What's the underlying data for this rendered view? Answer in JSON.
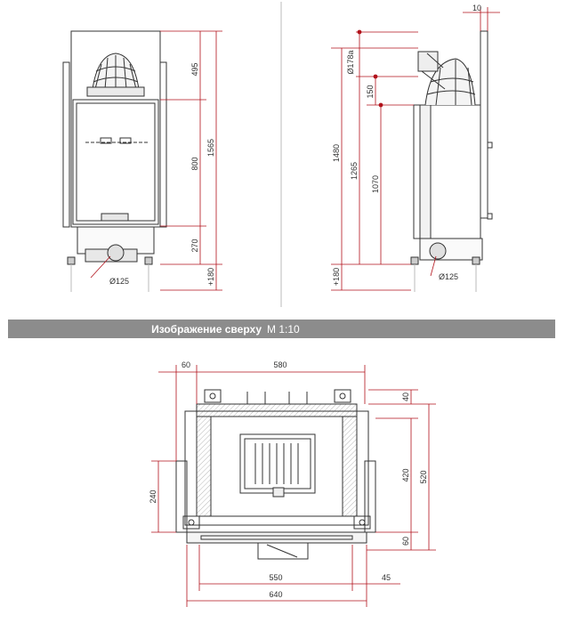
{
  "colors": {
    "dimension": "#b1121b",
    "outline": "#333333",
    "banner": "#8c8c8c"
  },
  "front_view": {
    "dim_top": "495",
    "dim_total": "1565",
    "dim_glass": "800",
    "dim_base": "270",
    "dim_feet": "+180",
    "flue_diameter": "Ø125"
  },
  "side_view": {
    "dim_offset": "10",
    "dim_flue_a": "Ø178a",
    "dim_150": "150",
    "dim_1480": "1480",
    "dim_1265": "1265",
    "dim_1070": "1070",
    "dim_feet": "+180",
    "flue_diameter": "Ø125"
  },
  "banner": {
    "title": "Изображение сверху",
    "scale": "М 1:10"
  },
  "top_view": {
    "dim_left_offset": "60",
    "dim_width_inner": "580",
    "dim_right_40": "40",
    "dim_420": "420",
    "dim_520": "520",
    "dim_240": "240",
    "dim_60": "60",
    "dim_550": "550",
    "dim_640": "640",
    "dim_45": "45"
  }
}
